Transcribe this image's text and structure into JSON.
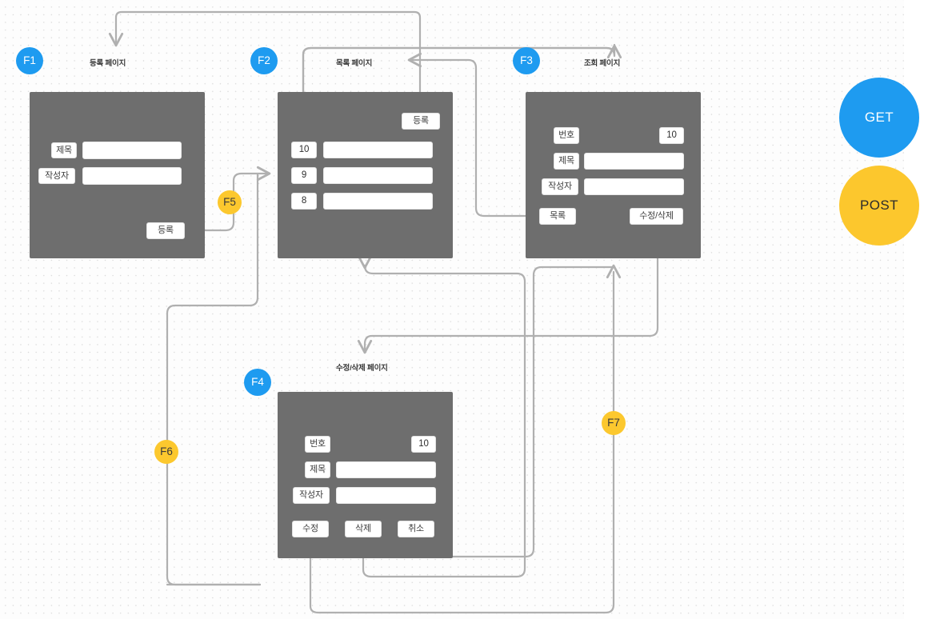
{
  "diagram": {
    "title": "Board CRUD page flow wireframe",
    "background_color": "#fdfdfd",
    "panel_color": "#6e6e6e",
    "wire_color": "#b0b0b0",
    "blue": "#1e9bf0",
    "amber": "#fcc72d"
  },
  "flow_labels": {
    "register": "등록 페이지",
    "list": "목록 페이지",
    "view": "조회 페이지",
    "edit_delete": "수정/삭제 페이지"
  },
  "badges": {
    "f1": "F1",
    "f2": "F2",
    "f3": "F3",
    "f4": "F4",
    "f5": "F5",
    "f6": "F6",
    "f7": "F7"
  },
  "methods": [
    {
      "name": "get-circle",
      "label": "GET",
      "color": "#1e9bf0"
    },
    {
      "name": "post-circle",
      "label": "POST",
      "color": "#fcc72d"
    }
  ],
  "panels": {
    "f1_register": {
      "badge": "F1",
      "label": "등록 페이지",
      "fields": [
        {
          "label": "제목",
          "value": ""
        },
        {
          "label": "작성자",
          "value": ""
        }
      ],
      "buttons": [
        "등록"
      ]
    },
    "f2_list": {
      "badge": "F2",
      "label": "목록 페이지",
      "buttons": [
        "등록"
      ],
      "rows": [
        {
          "no": "10",
          "title": ""
        },
        {
          "no": "9",
          "title": ""
        },
        {
          "no": "8",
          "title": ""
        }
      ]
    },
    "f3_view": {
      "badge": "F3",
      "label": "조회 페이지",
      "fields": [
        {
          "label": "번호",
          "value": "10"
        },
        {
          "label": "제목",
          "value": ""
        },
        {
          "label": "작성자",
          "value": ""
        }
      ],
      "buttons": [
        "목록",
        "수정/삭제"
      ]
    },
    "f4_edit_delete": {
      "badge": "F4",
      "label": "수정/삭제 페이지",
      "fields": [
        {
          "label": "번호",
          "value": "10"
        },
        {
          "label": "제목",
          "value": ""
        },
        {
          "label": "작성자",
          "value": ""
        }
      ],
      "buttons": [
        "수정",
        "삭제",
        "취소"
      ]
    }
  }
}
